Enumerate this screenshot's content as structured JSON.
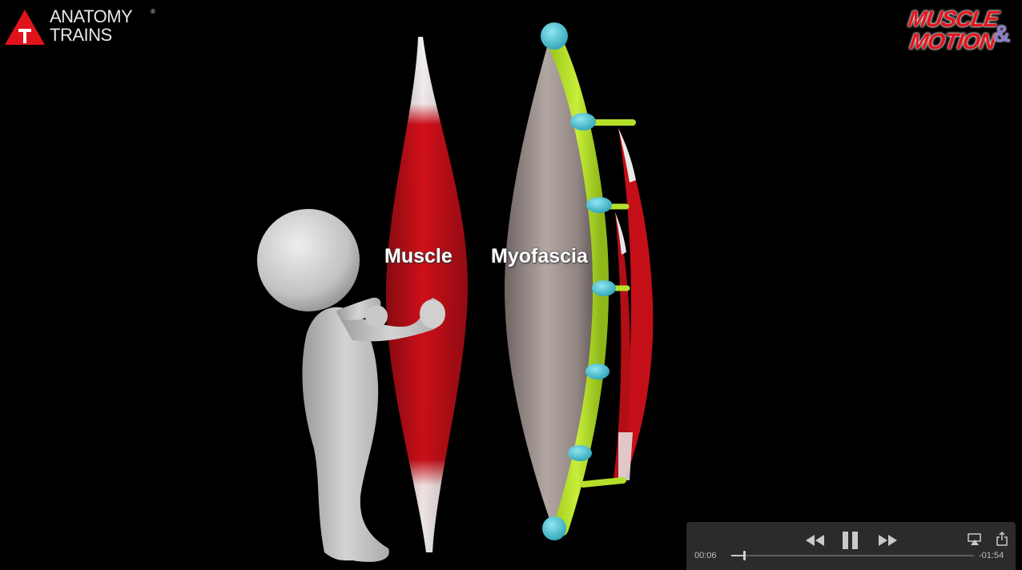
{
  "video": {
    "logos": {
      "left": {
        "line1": "ANATOMY",
        "line2": "TRAINS",
        "mark": "T",
        "registered": "®"
      },
      "right": {
        "line1": "MUSCLE",
        "line2": "MOTION",
        "amp": "&"
      }
    },
    "labels": {
      "muscle": "Muscle",
      "myofascia": "Myofascia"
    },
    "colors": {
      "muscle_red": "#d3101a",
      "tendon_white": "#eeeeee",
      "fascia_gray": "#9d908c",
      "rod_green": "#b5e02a",
      "joint_cyan": "#47c3d6",
      "figure_gray": "#cfcfcf"
    }
  },
  "player": {
    "current_time": "00:06",
    "remaining_time": "-01:54",
    "progress_percent": 5,
    "icons": {
      "rewind": "rewind-icon",
      "pause": "pause-icon",
      "fast_forward": "fast-forward-icon",
      "airplay": "airplay-icon",
      "share": "share-icon"
    }
  }
}
